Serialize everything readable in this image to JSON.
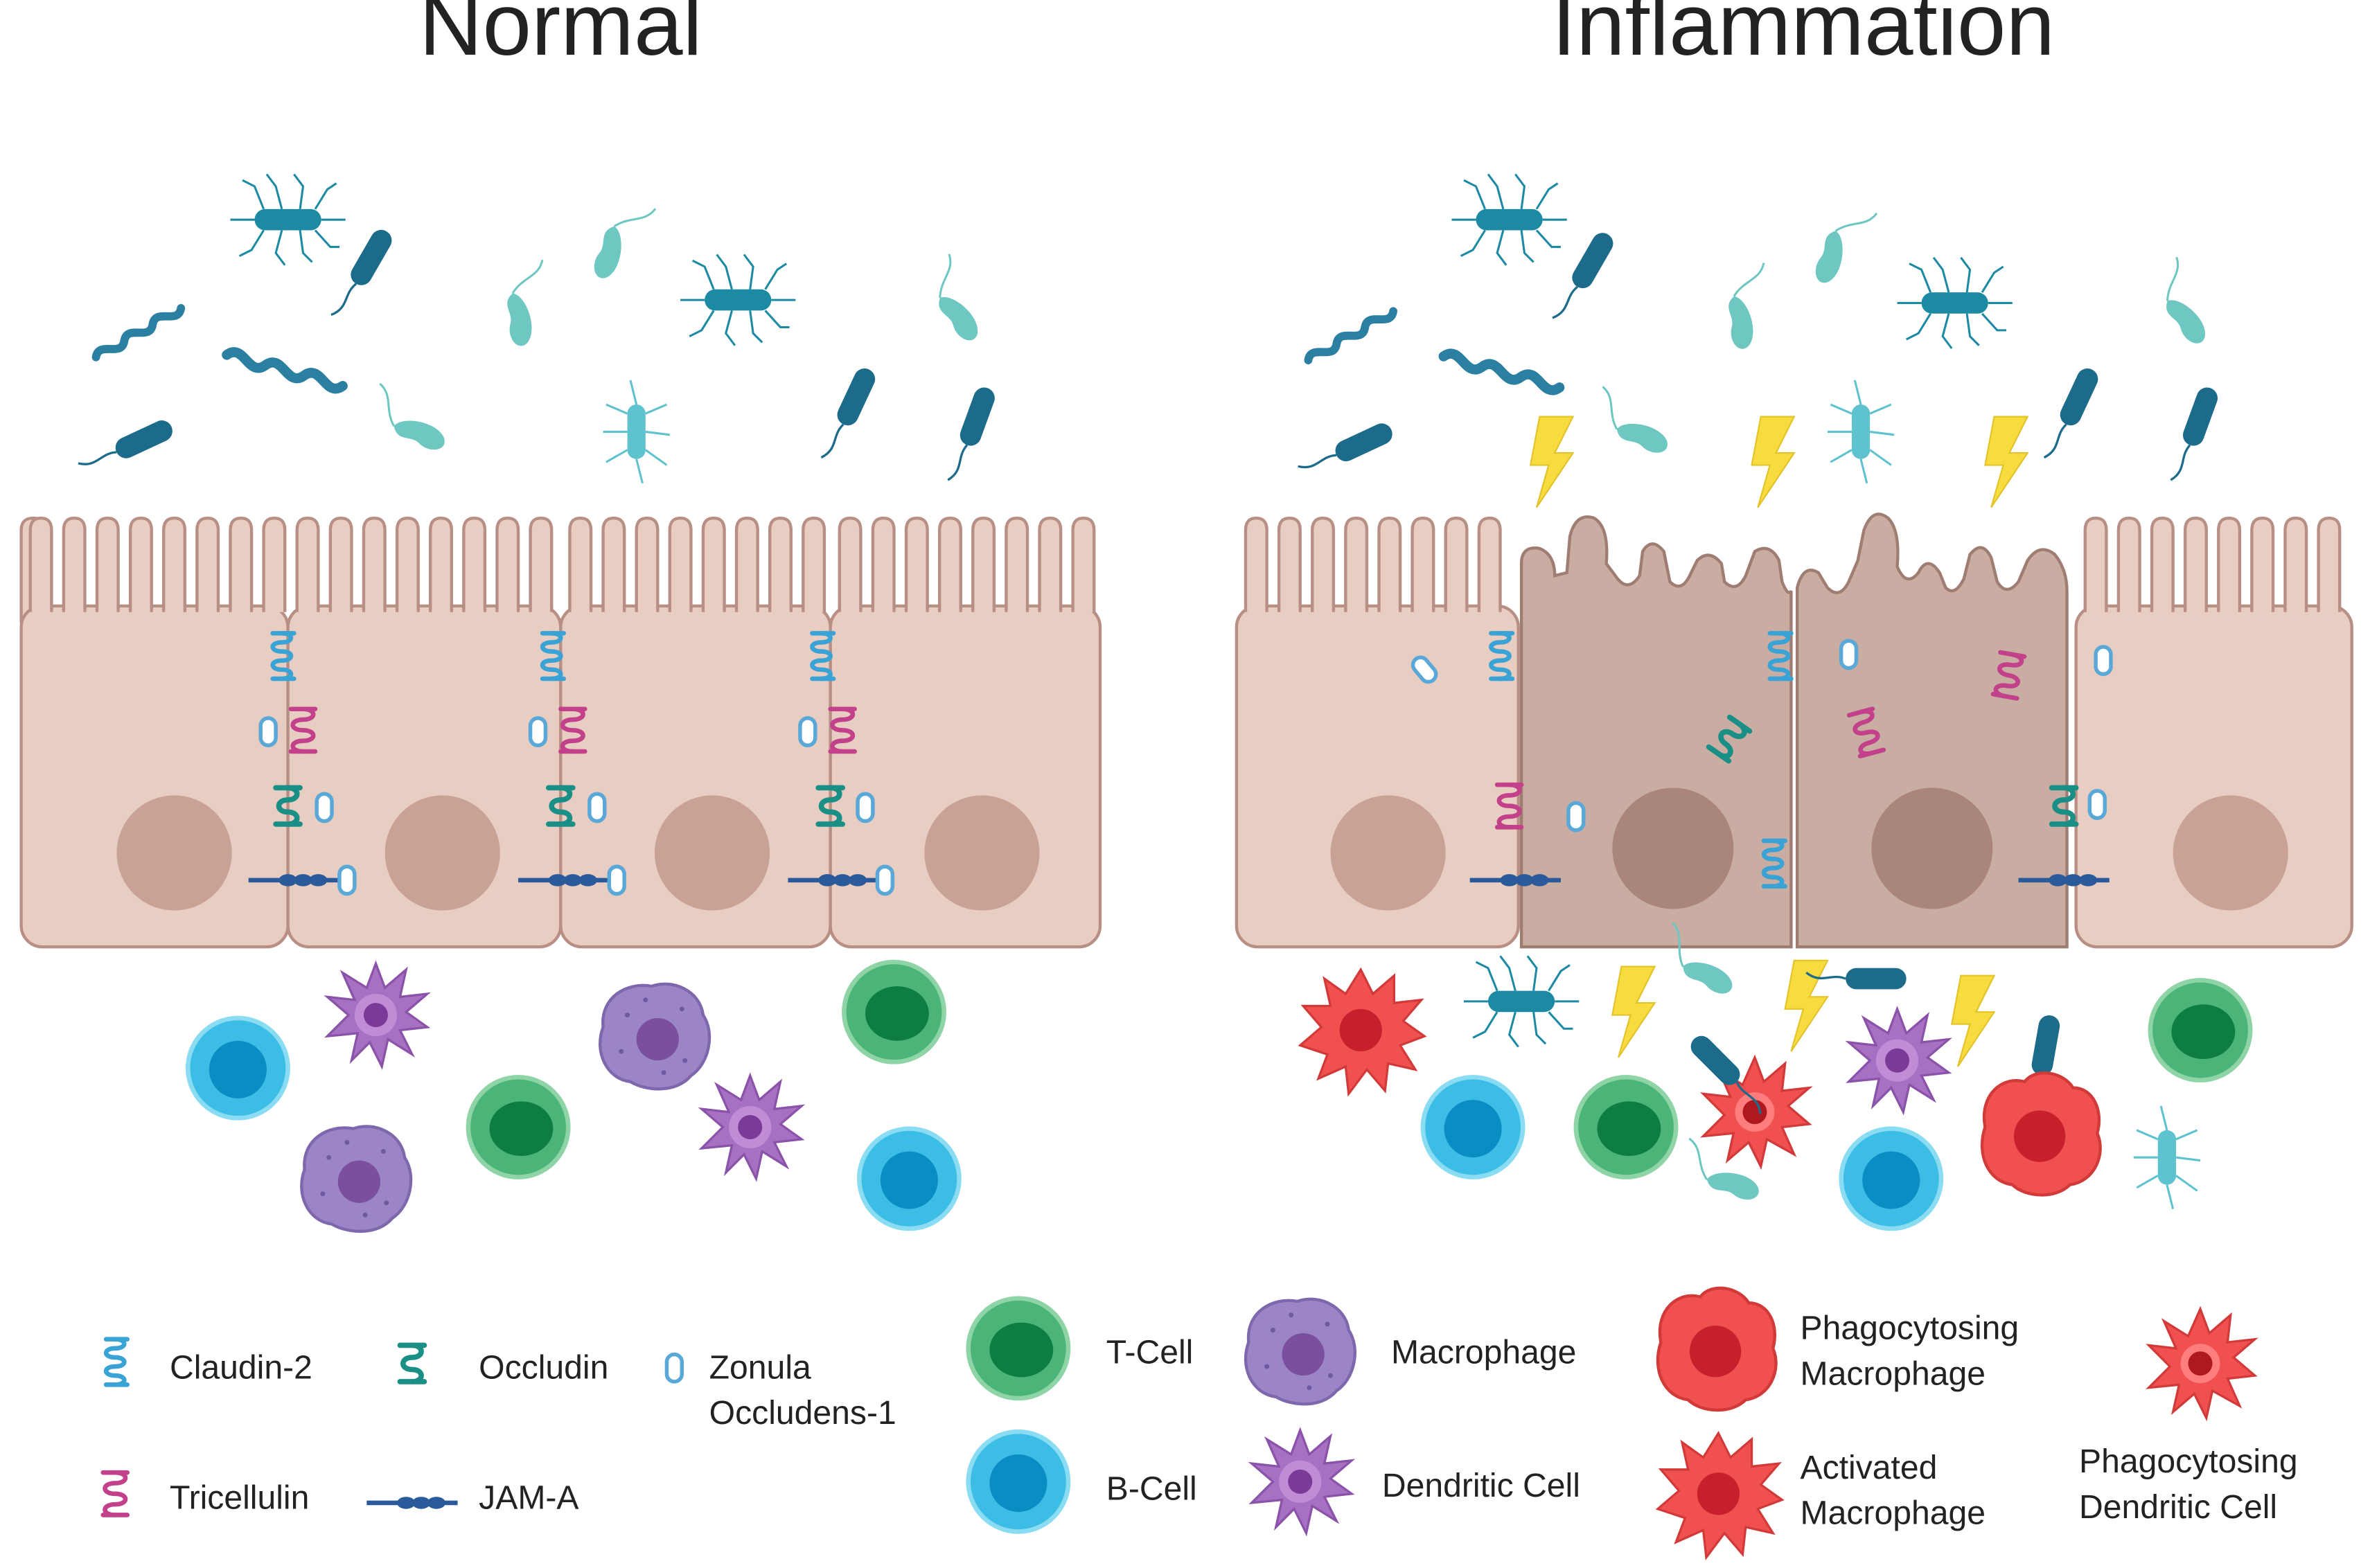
{
  "titles": {
    "normal": "Normal",
    "inflammation": "Inflammation"
  },
  "legend": {
    "claudin2": "Claudin-2",
    "occludin": "Occludin",
    "zo1_line1": "Zonula",
    "zo1_line2": "Occludens-1",
    "tricellulin": "Tricellulin",
    "jama": "JAM-A",
    "tcell": "T-Cell",
    "bcell": "B-Cell",
    "macrophage": "Macrophage",
    "dendritic": "Dendritic Cell",
    "phago_mac_line1": "Phagocytosing",
    "phago_mac_line2": "Macrophage",
    "act_mac_line1": "Activated",
    "act_mac_line2": "Macrophage",
    "phago_dc_line1": "Phagocytosing",
    "phago_dc_line2": "Dendritic Cell"
  },
  "colors": {
    "cell_normal": "#e8cdc3",
    "cell_inflamed": "#c9aca2",
    "cell_outline": "#b88f84",
    "nucleus_normal": "#c9a296",
    "nucleus_inflamed": "#a9857b",
    "claudin": "#3aa3d6",
    "occludin": "#1a8f86",
    "tricellulin": "#c2418a",
    "jama": "#2a5a9a",
    "zo1": "#5aa8d8",
    "tcell": "#4bb577",
    "bcell": "#3cbde6",
    "macrophage": "#9b85c7",
    "dendritic": "#a870c2",
    "inflamed_cell": "#f05050",
    "bolt": "#f7dc40",
    "bacteria_dark": "#1d6b8a",
    "bacteria_mid": "#2b9bb4",
    "bacteria_light": "#8fd3cf"
  }
}
